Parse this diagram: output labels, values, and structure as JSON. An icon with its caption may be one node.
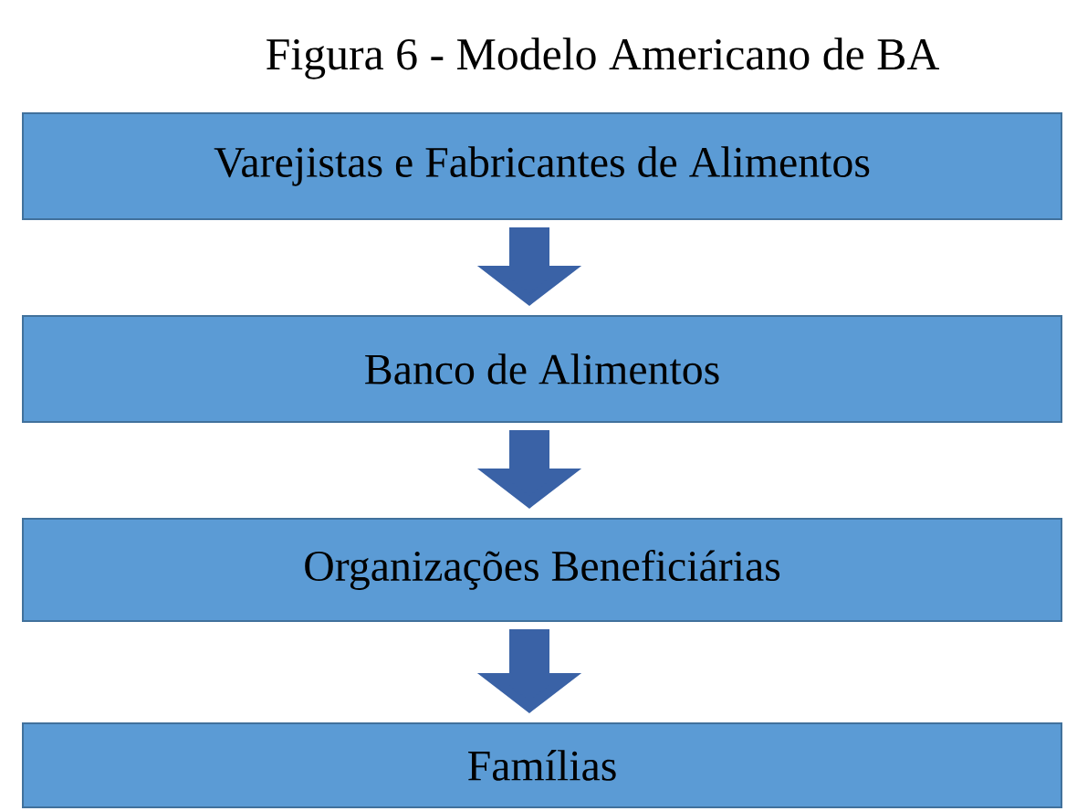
{
  "diagram": {
    "title": "Figura 6 - Modelo Americano de BA",
    "nodes": [
      {
        "text": [
          "Varejistas e Fabricantes de Alimentos"
        ]
      },
      {
        "text": [
          "Banco de Alimentos"
        ]
      },
      {
        "text": [
          "Organizações Beneficiárias"
        ]
      },
      {
        "text": [
          "Famílias"
        ]
      }
    ],
    "edges": [
      {
        "from": 0,
        "to": 1,
        "arrow": "to"
      },
      {
        "from": 1,
        "to": 2,
        "arrow": "to"
      },
      {
        "from": 2,
        "to": 3,
        "arrow": "to"
      }
    ]
  }
}
